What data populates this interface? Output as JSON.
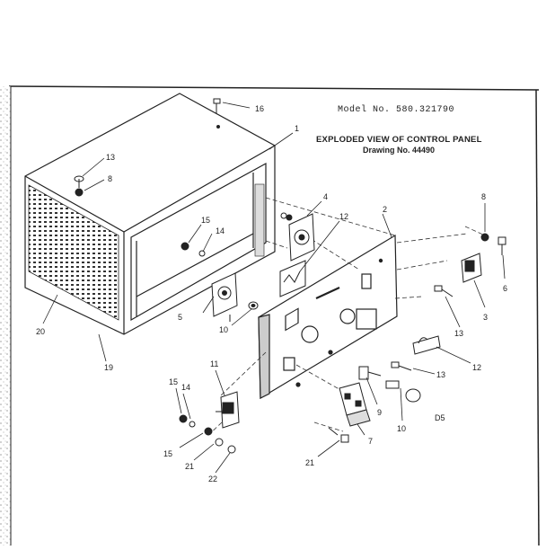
{
  "header": {
    "model": "Model No. 580.321790",
    "title": "EXPLODED VIEW OF CONTROL PANEL",
    "drawing": "Drawing No. 44490"
  },
  "diagram_code": "D5",
  "callouts": [
    {
      "key": "c16a",
      "label": "16"
    },
    {
      "key": "c1",
      "label": "1"
    },
    {
      "key": "c13a",
      "label": "13"
    },
    {
      "key": "c8a",
      "label": "8"
    },
    {
      "key": "c4",
      "label": "4"
    },
    {
      "key": "c2",
      "label": "2"
    },
    {
      "key": "c12a",
      "label": "12"
    },
    {
      "key": "c15a",
      "label": "15"
    },
    {
      "key": "c14a",
      "label": "14"
    },
    {
      "key": "c8b",
      "label": "8"
    },
    {
      "key": "c6",
      "label": "6"
    },
    {
      "key": "c3",
      "label": "3"
    },
    {
      "key": "c13b",
      "label": "13"
    },
    {
      "key": "c5",
      "label": "5"
    },
    {
      "key": "c10a",
      "label": "10"
    },
    {
      "key": "c20",
      "label": "20"
    },
    {
      "key": "c19",
      "label": "19"
    },
    {
      "key": "c11",
      "label": "11"
    },
    {
      "key": "c12b",
      "label": "12"
    },
    {
      "key": "c13c",
      "label": "13"
    },
    {
      "key": "c15b",
      "label": "15"
    },
    {
      "key": "c14b",
      "label": "14"
    },
    {
      "key": "c9",
      "label": "9"
    },
    {
      "key": "c10b",
      "label": "10"
    },
    {
      "key": "c15c",
      "label": "15"
    },
    {
      "key": "c21a",
      "label": "21"
    },
    {
      "key": "c22",
      "label": "22"
    },
    {
      "key": "c7",
      "label": "7"
    },
    {
      "key": "c21b",
      "label": "21"
    }
  ],
  "colors": {
    "ink": "#222222",
    "paper": "#ffffff",
    "hatch": "#555555"
  }
}
